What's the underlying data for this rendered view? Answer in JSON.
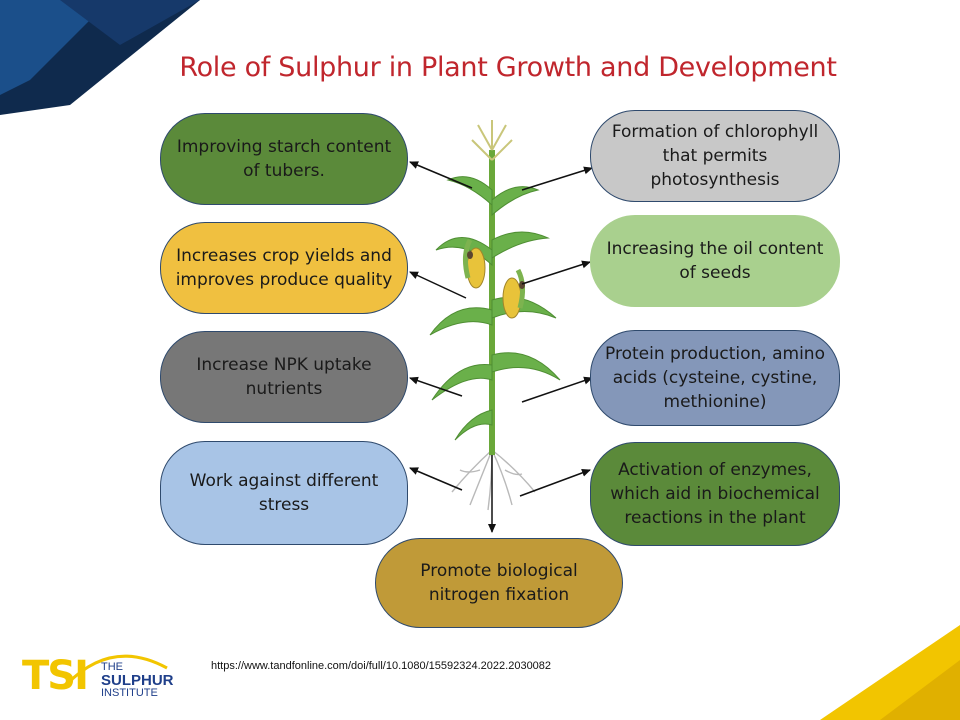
{
  "title": "Role of Sulphur in Plant Growth and Development",
  "left_nodes": [
    {
      "text": "Improving starch content of tubers.",
      "color": "#5b8a3a"
    },
    {
      "text": "Increases crop yields and improves produce quality",
      "color": "#f0c040"
    },
    {
      "text": "Increase NPK uptake nutrients",
      "color": "#777777"
    },
    {
      "text": "Work against different stress",
      "color": "#a8c4e6"
    }
  ],
  "right_nodes": [
    {
      "text": "Formation of chlorophyll that permits photosynthesis",
      "color": "#c8c8c8"
    },
    {
      "text": "Increasing the oil content of seeds",
      "color": "#a9d08e"
    },
    {
      "text": "Protein production, amino acids (cysteine, cystine, methionine)",
      "color": "#8497b9"
    },
    {
      "text": "Activation of enzymes, which aid in biochemical reactions in the plant",
      "color": "#5b8a3a"
    }
  ],
  "bottom_node": {
    "text": "Promote biological nitrogen fixation",
    "color": "#c09a38"
  },
  "source_url": "https://www.tandfonline.com/doi/full/10.1080/15592324.2022.2030082",
  "logo": {
    "abbr": "TSI",
    "line1": "THE",
    "line2": "SULPHUR",
    "line3": "INSTITUTE"
  },
  "colors": {
    "title": "#c0262d",
    "accent_yellow": "#f2c500",
    "accent_navy": "#0f2a4d",
    "logo_blue": "#1f3f8a"
  }
}
